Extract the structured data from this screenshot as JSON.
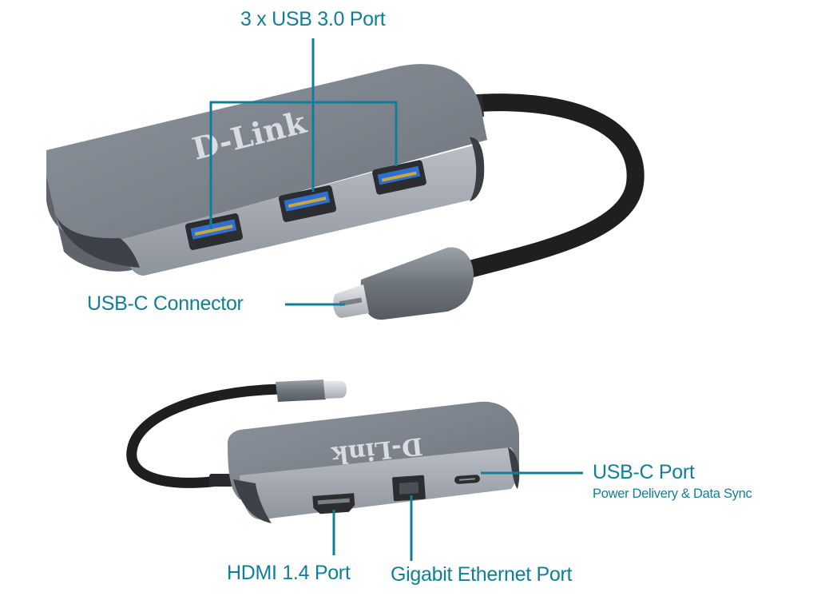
{
  "labels": {
    "usb3": "3 x USB 3.0 Port",
    "usbc_connector": "USB-C Connector",
    "usbc_port": "USB-C Port",
    "usbc_port_sub": "Power Delivery & Data Sync",
    "hdmi": "HDMI 1.4 Port",
    "ethernet": "Gigabit Ethernet Port"
  },
  "brand": {
    "logo_text": "D-Link"
  },
  "colors": {
    "accent": "#0f7f98",
    "body": "#7d848f",
    "cable": "#1f1f22",
    "port_blue": "#2f6fd0"
  }
}
